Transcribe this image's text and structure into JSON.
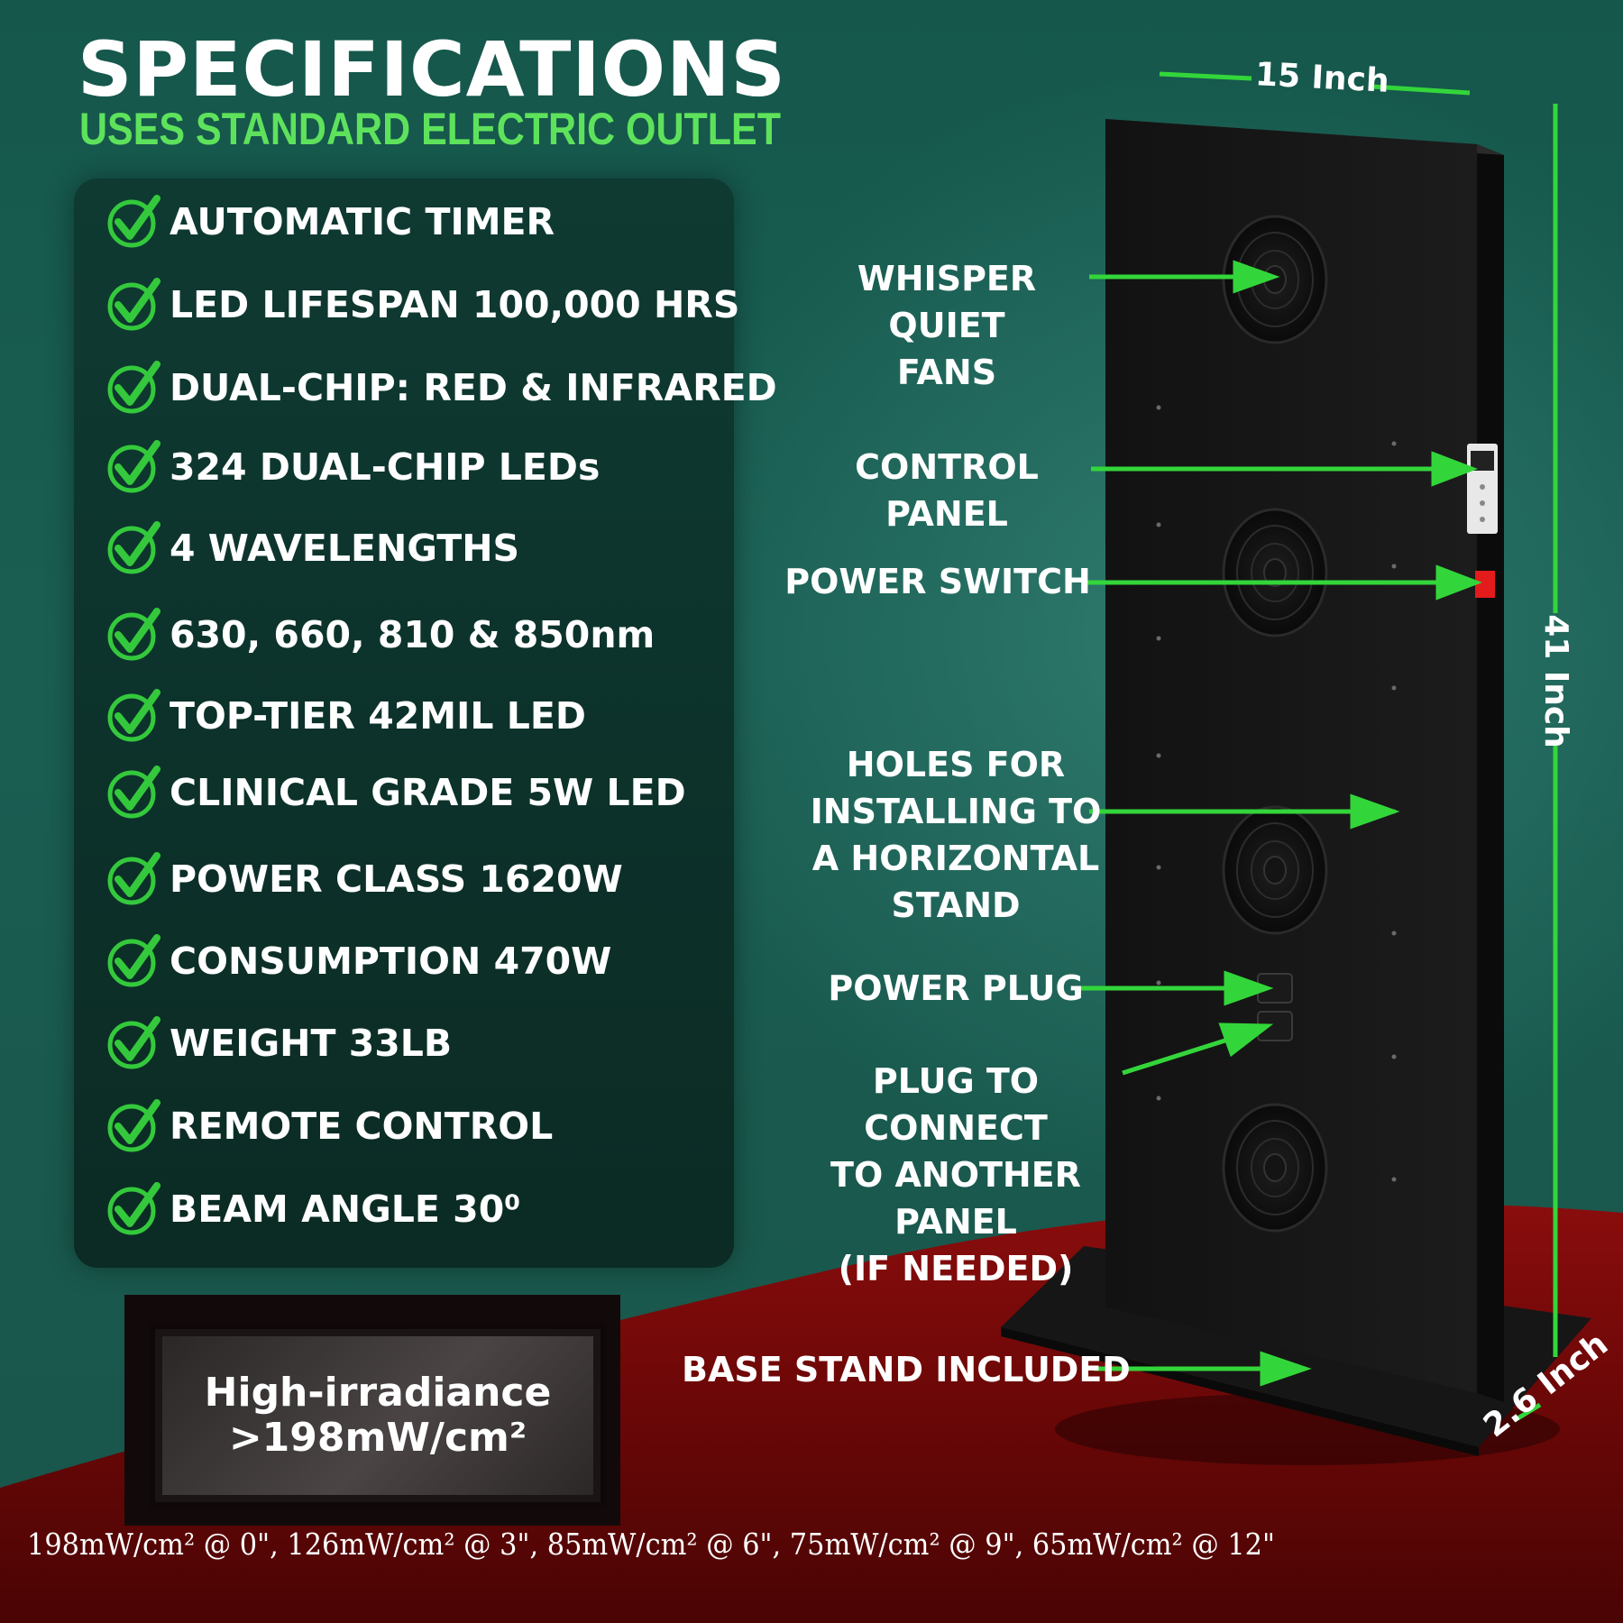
{
  "header": {
    "title": "SPECIFICATIONS",
    "subtitle": "USES STANDARD ELECTRIC OUTLET"
  },
  "specs": [
    "AUTOMATIC TIMER",
    "LED LIFESPAN 100,000 HRS",
    "DUAL-CHIP: RED & INFRARED",
    "324 DUAL-CHIP LEDs",
    "4 WAVELENGTHS",
    "630, 660, 810 & 850nm",
    "TOP-TIER 42MIL LED",
    "CLINICAL GRADE 5W LED",
    "POWER CLASS 1620W",
    "CONSUMPTION 470W",
    "WEIGHT 33LB",
    "REMOTE CONTROL",
    "BEAM ANGLE 30⁰"
  ],
  "irradiance": {
    "line1": "High-irradiance",
    "line2": ">198mW/cm²"
  },
  "footer": "198mW/cm² @ 0\",  126mW/cm² @ 3\",  85mW/cm² @ 6\",  75mW/cm² @ 9\",  65mW/cm² @ 12\"",
  "callouts": {
    "fans": [
      "WHISPER QUIET",
      "FANS"
    ],
    "control_panel": "CONTROL PANEL",
    "power_switch": "POWER SWITCH",
    "holes": [
      "HOLES FOR",
      "INSTALLING TO",
      "A HORIZONTAL",
      "STAND"
    ],
    "power_plug": "POWER PLUG",
    "connect_plug": [
      "PLUG TO CONNECT",
      "TO ANOTHER PANEL",
      "(IF NEEDED)"
    ],
    "base_stand": "BASE STAND INCLUDED"
  },
  "dimensions": {
    "width": "15 Inch",
    "height": "41 Inch",
    "depth": "2.6 Inch"
  },
  "colors": {
    "accent_green": "#5ee25c",
    "arrow_green": "#33d63a",
    "background_teal": "#1a5e52",
    "floor_red": "#6e0a0a",
    "panel_dark": "#0d332c"
  },
  "icons": {
    "check": "check-circle-icon"
  }
}
